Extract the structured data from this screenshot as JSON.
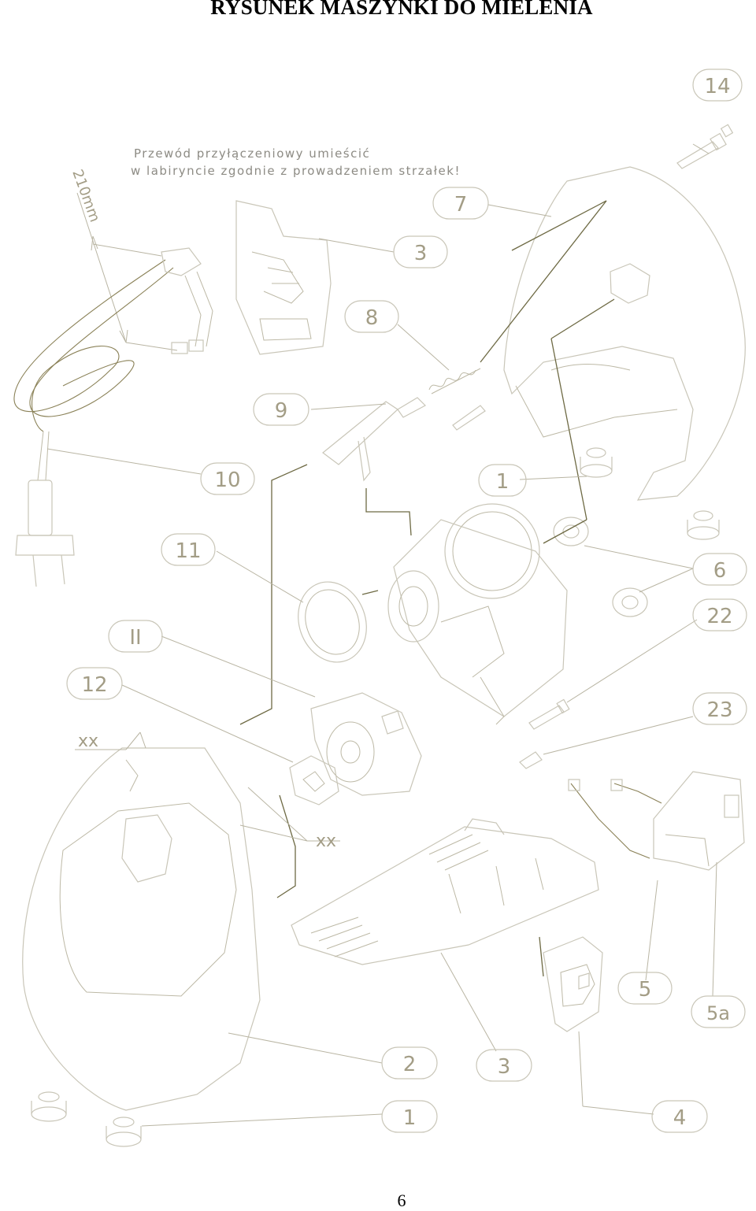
{
  "document": {
    "title": "RYSUNEK MASZYNKI DO MIELENIA",
    "page_number": "6",
    "note_line1": "Przewód przyłączeniowy umieścić",
    "note_line2": "w labiryncie zgodnie z prowadzeniem strzałek!",
    "dimension_label": "210mm"
  },
  "callouts": {
    "c14": "14",
    "c7": "7",
    "c3_top": "3",
    "c8": "8",
    "c9": "9",
    "c10": "10",
    "c1_mid": "1",
    "c11a": "11",
    "c6": "6",
    "c22": "22",
    "c11b": "II",
    "c12": "12",
    "c23": "23",
    "xx_left": "xx",
    "xx_mid": "xx",
    "c5": "5",
    "c5a": "5a",
    "c2": "2",
    "c3_bottom": "3",
    "c1_bottom": "1",
    "c4": "4"
  }
}
